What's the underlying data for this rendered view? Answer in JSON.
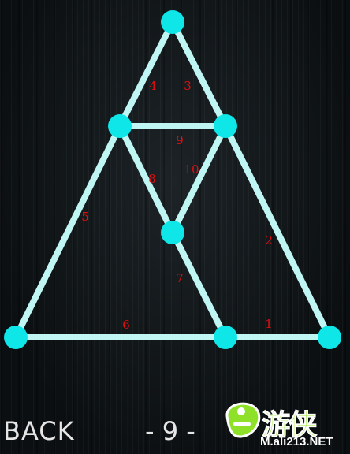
{
  "theme": {
    "line_color": "#bff5f2",
    "node_color": "#0fe6e8",
    "number_color": "#e01010"
  },
  "puzzle": {
    "nodes": [
      {
        "id": "apex"
      },
      {
        "id": "upper-left"
      },
      {
        "id": "upper-right"
      },
      {
        "id": "center"
      },
      {
        "id": "bottom-left"
      },
      {
        "id": "bottom-mid"
      },
      {
        "id": "bottom-right"
      }
    ],
    "edges": [
      {
        "label": "1",
        "from": "bottom-mid",
        "to": "bottom-right"
      },
      {
        "label": "2",
        "from": "upper-right",
        "to": "bottom-right"
      },
      {
        "label": "3",
        "from": "apex",
        "to": "upper-right"
      },
      {
        "label": "4",
        "from": "apex",
        "to": "upper-left"
      },
      {
        "label": "5",
        "from": "upper-left",
        "to": "bottom-left"
      },
      {
        "label": "6",
        "from": "bottom-left",
        "to": "bottom-mid"
      },
      {
        "label": "7",
        "from": "center",
        "to": "bottom-mid"
      },
      {
        "label": "8",
        "from": "upper-left",
        "to": "center"
      },
      {
        "label": "9",
        "from": "upper-left",
        "to": "upper-right"
      },
      {
        "label": "10",
        "from": "upper-right",
        "to": "center"
      }
    ]
  },
  "footer": {
    "back_label": "BACK",
    "level_label": "- 9 -"
  },
  "watermark": {
    "logo_text": "游侠",
    "url_text": "M.ali213.NET"
  }
}
